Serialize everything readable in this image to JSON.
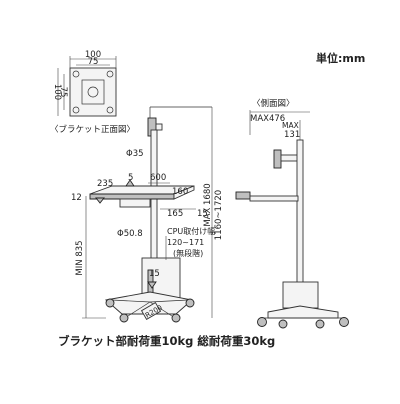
{
  "unit_label": "単位:mm",
  "bracket": {
    "width_outer": "100",
    "width_inner": "75",
    "height_outer": "100",
    "height_inner": "75",
    "caption": "〈ブラケット正面図〉"
  },
  "front": {
    "pole_dia": "Φ35",
    "d235": "235",
    "d5": "5",
    "d600": "600",
    "d160": "160",
    "d12": "12",
    "d165": "165",
    "d15a": "15",
    "base_dia": "Φ50.8",
    "cpu_title": "CPU取付け幅",
    "cpu_range": "120~171",
    "cpu_note": "(無段階)",
    "d15b": "15",
    "min": "MIN 835",
    "max": "MAX 1680",
    "range": "1160~1720",
    "plate_text": "R200"
  },
  "side": {
    "title": "〈側面図〉",
    "max476": "MAX476",
    "max131_top": "MAX",
    "max131": "131"
  },
  "load_caption": "ブラケット部耐荷重10kg 総耐荷重30kg"
}
